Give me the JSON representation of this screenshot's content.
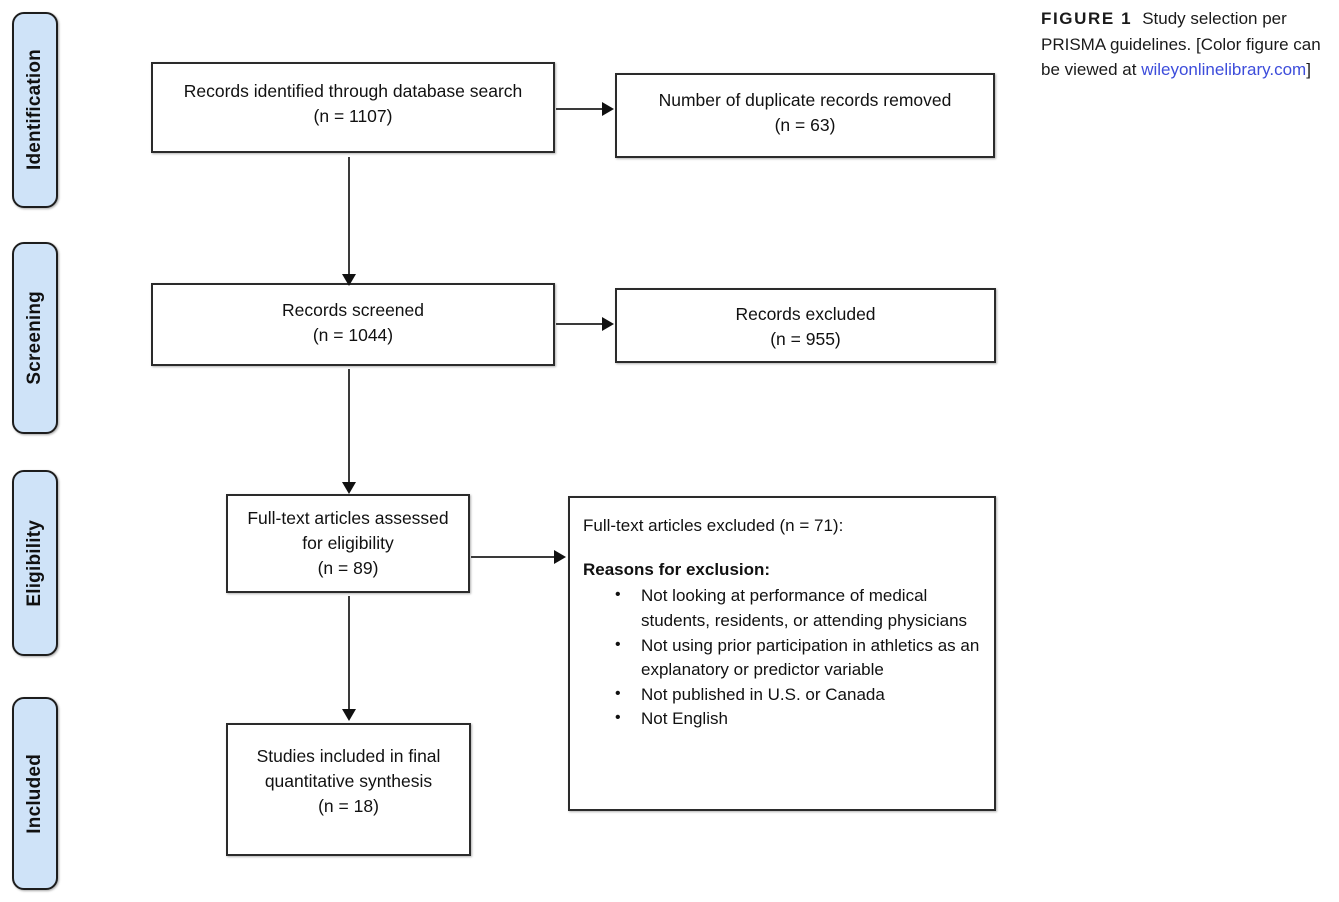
{
  "phases": [
    {
      "id": "identification",
      "label": "Identification"
    },
    {
      "id": "screening",
      "label": "Screening"
    },
    {
      "id": "eligibility",
      "label": "Eligibility"
    },
    {
      "id": "included",
      "label": "Included"
    }
  ],
  "boxes": {
    "records_identified": {
      "line1": "Records identified through database search",
      "line2": "(n =  1107)",
      "count": 1107
    },
    "duplicates_removed": {
      "line1": "Number of duplicate records removed",
      "line2": "(n = 63)",
      "count": 63
    },
    "records_screened": {
      "line1": "Records screened",
      "line2": "(n = 1044)",
      "count": 1044
    },
    "records_excluded": {
      "line1": "Records excluded",
      "line2": "(n = 955)",
      "count": 955
    },
    "fulltext_assessed": {
      "line1": "Full-text articles assessed",
      "line2": "for eligibility",
      "line3": "(n = 89)",
      "count": 89
    },
    "studies_included": {
      "line1": "Studies included in final",
      "line2": "quantitative synthesis",
      "line3": "(n = 18)",
      "count": 18
    },
    "exclusion_reasons": {
      "headline": "Full-text articles excluded (n = 71):",
      "count": 71,
      "reasons_title": "Reasons for exclusion:",
      "reasons": [
        "Not looking at performance of medical students, residents, or attending physicians",
        "Not using prior participation in athletics as an explanatory or predictor variable",
        "Not published in U.S. or Canada",
        "Not English"
      ]
    }
  },
  "caption": {
    "figure_label": "FIGURE 1",
    "text_before_link": "Study selection per PRISMA guidelines. [Color figure can be viewed at ",
    "link_text": "wileyonlinelibrary.com",
    "text_after_link": "]"
  },
  "colors": {
    "phase_fill": "#cfe3f8",
    "phase_border": "#1d1d1d",
    "box_border": "#2b2b2b",
    "connector": "#3a3a3a",
    "link": "#3d4ddb",
    "text": "#111111"
  },
  "chart_data": {
    "type": "diagram",
    "title": "PRISMA study selection flow",
    "nodes": [
      {
        "id": "records_identified",
        "phase": "Identification",
        "label": "Records identified through database search",
        "n": 1107
      },
      {
        "id": "duplicates_removed",
        "phase": "Identification",
        "label": "Number of duplicate records removed",
        "n": 63
      },
      {
        "id": "records_screened",
        "phase": "Screening",
        "label": "Records screened",
        "n": 1044
      },
      {
        "id": "records_excluded",
        "phase": "Screening",
        "label": "Records excluded",
        "n": 955
      },
      {
        "id": "fulltext_assessed",
        "phase": "Eligibility",
        "label": "Full-text articles assessed for eligibility",
        "n": 89
      },
      {
        "id": "fulltext_excluded",
        "phase": "Eligibility",
        "label": "Full-text articles excluded",
        "n": 71
      },
      {
        "id": "studies_included",
        "phase": "Included",
        "label": "Studies included in final quantitative synthesis",
        "n": 18
      }
    ],
    "edges": [
      {
        "from": "records_identified",
        "to": "duplicates_removed",
        "direction": "right"
      },
      {
        "from": "records_identified",
        "to": "records_screened",
        "direction": "down"
      },
      {
        "from": "records_screened",
        "to": "records_excluded",
        "direction": "right"
      },
      {
        "from": "records_screened",
        "to": "fulltext_assessed",
        "direction": "down"
      },
      {
        "from": "fulltext_assessed",
        "to": "fulltext_excluded",
        "direction": "right"
      },
      {
        "from": "fulltext_assessed",
        "to": "studies_included",
        "direction": "down"
      }
    ]
  }
}
